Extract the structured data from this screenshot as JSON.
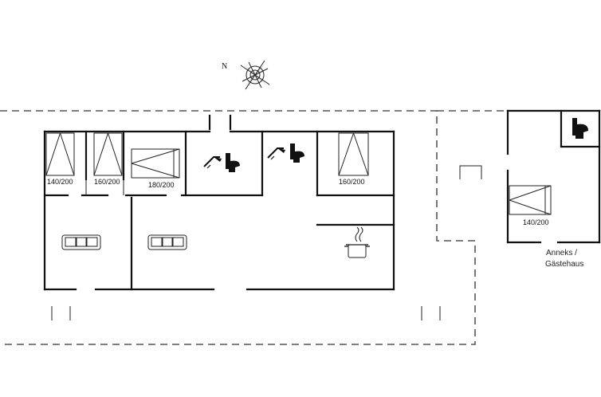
{
  "compass": {
    "north_label": "N"
  },
  "beds": [
    {
      "label": "140/200"
    },
    {
      "label": "160/200"
    },
    {
      "label": "180/200"
    },
    {
      "label": "160/200"
    },
    {
      "label": "140/200"
    }
  ],
  "annex": {
    "line1": "Anneks /",
    "line2": "Gästehaus"
  }
}
